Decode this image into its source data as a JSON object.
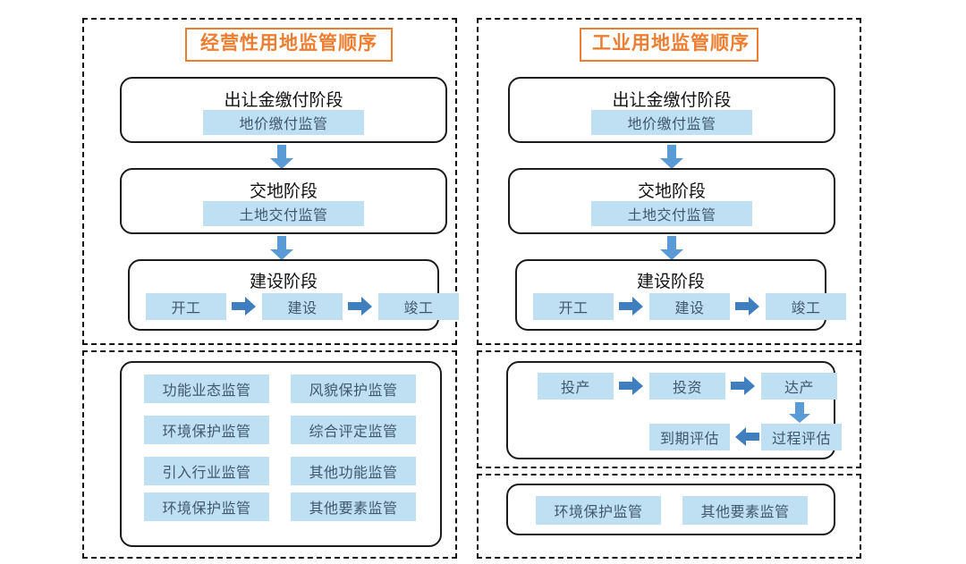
{
  "diagram": {
    "colors": {
      "title_orange": "#ED7D31",
      "chip_fill": "#bfdff2",
      "chip_text": "#41576c",
      "arrow_blue": "#5b9bd5",
      "card_border": "#1b1b1b",
      "panel_dashed": "#111111"
    },
    "left": {
      "title": "经营性用地监管顺序",
      "stages": [
        {
          "name": "出让金缴付阶段",
          "chip": "地价缴付监管"
        },
        {
          "name": "交地阶段",
          "chip": "土地交付监管"
        },
        {
          "name": "建设阶段",
          "steps": [
            "开工",
            "建设",
            "竣工"
          ]
        }
      ],
      "supervision_items": [
        "功能业态监管",
        "风貌保护监管",
        "环境保护监管",
        "综合评定监管",
        "引入行业监管",
        "其他功能监管",
        "环境保护监管",
        "其他要素监管"
      ]
    },
    "right": {
      "title": "工业用地监管顺序",
      "stages": [
        {
          "name": "出让金缴付阶段",
          "chip": "地价缴付监管"
        },
        {
          "name": "交地阶段",
          "chip": "土地交付监管"
        },
        {
          "name": "建设阶段",
          "steps": [
            "开工",
            "建设",
            "竣工"
          ]
        }
      ],
      "production_flow": {
        "row_top": [
          "投产",
          "投资",
          "达产"
        ],
        "row_bottom": [
          "到期评估",
          "过程评估"
        ]
      },
      "supervision_items": [
        "环境保护监管",
        "其他要素监管"
      ]
    },
    "icons": {
      "arrow_down": "arrow-down-icon",
      "arrow_right": "arrow-right-icon",
      "arrow_left": "arrow-left-icon"
    }
  }
}
